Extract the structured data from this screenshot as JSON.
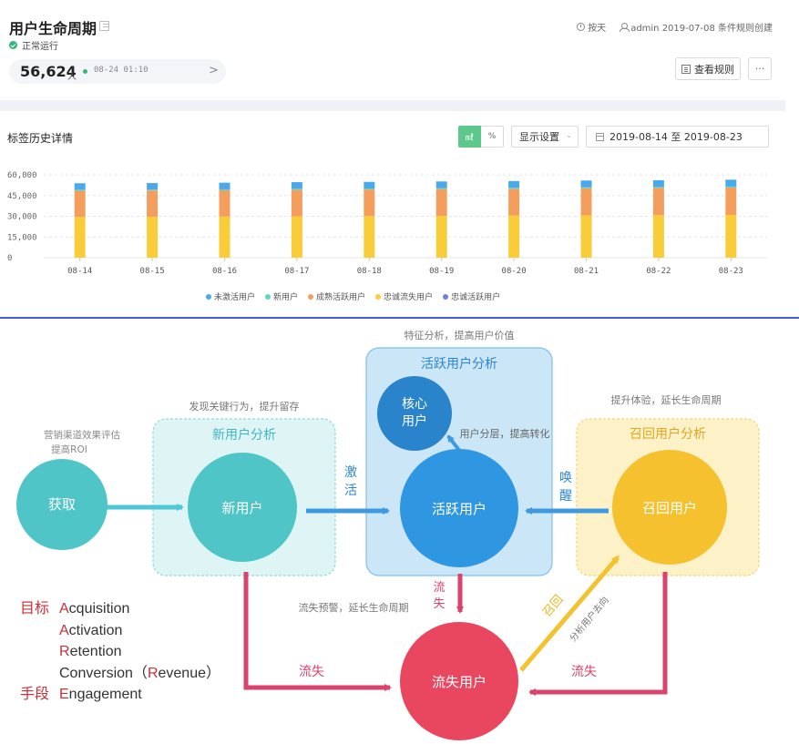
{
  "header": {
    "title": "用户生命周期",
    "status": "正常运行",
    "count": "56,624",
    "count_unit": "人",
    "count_time": "08-24 01:10",
    "arrow": ">",
    "frequency": "按天",
    "creator_info": "admin 2019-07-08 条件规则创建",
    "view_rules": "查看规则",
    "more": "···"
  },
  "history": {
    "title": "标签历史详情",
    "toggle_pct": "%",
    "toggle_chart": "㎖",
    "display_settings": "显示设置",
    "display_caret": "⌄",
    "date_range": "2019-08-14 至 2019-08-23"
  },
  "chart_data": {
    "type": "bar",
    "stacked": true,
    "categories": [
      "08-14",
      "08-15",
      "08-16",
      "08-17",
      "08-18",
      "08-19",
      "08-20",
      "08-21",
      "08-22",
      "08-23"
    ],
    "series": [
      {
        "name": "忠诚流失用户",
        "color": "#f9cd3a",
        "values": [
          29500,
          29600,
          29800,
          30000,
          30200,
          30300,
          30500,
          30700,
          30800,
          31000
        ]
      },
      {
        "name": "成熟活跃用户",
        "color": "#f49e5e",
        "values": [
          19000,
          19100,
          19000,
          19200,
          19200,
          19400,
          19400,
          19600,
          19700,
          19800
        ]
      },
      {
        "name": "新用户",
        "color": "#5fd7c0",
        "values": [
          700,
          650,
          700,
          700,
          700,
          700,
          700,
          700,
          700,
          700
        ]
      },
      {
        "name": "未激活用户",
        "color": "#4aa9ec",
        "values": [
          4700,
          4700,
          4800,
          4800,
          4800,
          4800,
          4900,
          4900,
          4900,
          5000
        ]
      },
      {
        "name": "忠诚活跃用户",
        "color": "#6f7fe0",
        "values": [
          0,
          0,
          0,
          0,
          0,
          0,
          0,
          0,
          0,
          0
        ]
      }
    ],
    "y_ticks": [
      "0",
      "15,000",
      "30,000",
      "45,000",
      "60,000"
    ],
    "ylim": [
      0,
      60000
    ],
    "grid": true,
    "legend_position": "bottom",
    "legend": [
      {
        "name": "未激活用户",
        "color": "#4aa9ec"
      },
      {
        "name": "新用户",
        "color": "#5fd7c0"
      },
      {
        "name": "成熟活跃用户",
        "color": "#f49e5e"
      },
      {
        "name": "忠诚流失用户",
        "color": "#f9cd3a"
      },
      {
        "name": "忠诚活跃用户",
        "color": "#6f7fe0"
      }
    ]
  },
  "diagram": {
    "acquire_caption": [
      "营销渠道效果评估",
      "提高ROI"
    ],
    "acquire": "获取",
    "new_caption": "发现关键行为，提升留存",
    "new_box": "新用户分析",
    "new_user": "新用户",
    "activate": [
      "激",
      "活"
    ],
    "active_caption": "特征分析，提高用户价值",
    "active_box": "活跃用户分析",
    "core": [
      "核心",
      "用户"
    ],
    "layer_note": "用户分层，提高转化",
    "active_user": "活跃用户",
    "awaken": [
      "唤",
      "醒"
    ],
    "recall_caption": "提升体验，延长生命周期",
    "recall_box": "召回用户分析",
    "recall_user": "召回用户",
    "churn_v": [
      "流",
      "失"
    ],
    "churn_warning": "流失预警，延长生命周期",
    "recall_diag": "召回",
    "analyze_diag": "分析用户去向",
    "churn_left": "流失",
    "churn_right": "流失",
    "churned_user": "流失用户"
  },
  "goals": {
    "goal_label": "目标",
    "means_label": "手段",
    "acquisition": {
      "cap": "A",
      "rest": "cquisition"
    },
    "activation": {
      "cap": "A",
      "rest": "ctivation"
    },
    "retention": {
      "cap": "R",
      "rest": "etention"
    },
    "conversion": {
      "text": "Conversion（",
      "cap": "R",
      "rest": "evenue）"
    },
    "engagement": {
      "cap": "E",
      "rest": "ngagement"
    }
  }
}
